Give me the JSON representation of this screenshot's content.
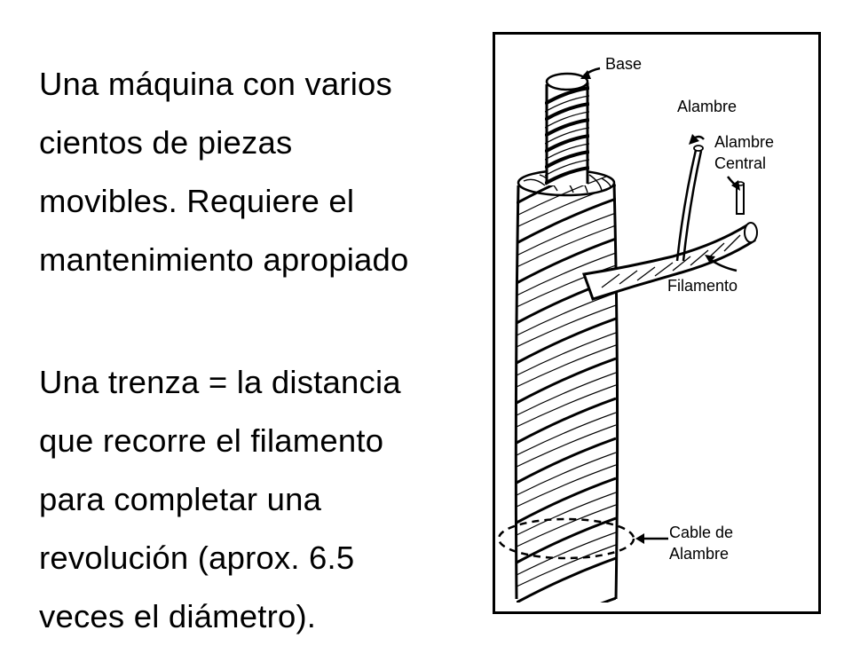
{
  "text": {
    "paragraph1": [
      "Una máquina con varios",
      "cientos de piezas",
      "movibles.  Requiere el",
      "mantenimiento apropiado"
    ],
    "paragraph2": [
      "Una trenza = la distancia",
      "que recorre el filamento",
      "para completar una",
      "revolución (aprox. 6.5",
      "veces el diámetro)."
    ]
  },
  "figure": {
    "labels": {
      "base": "Base",
      "alambre": "Alambre",
      "alambre_central_1": "Alambre",
      "alambre_central_2": "Central",
      "filamento": "Filamento",
      "cable_1": "Cable de",
      "cable_2": "Alambre"
    }
  }
}
